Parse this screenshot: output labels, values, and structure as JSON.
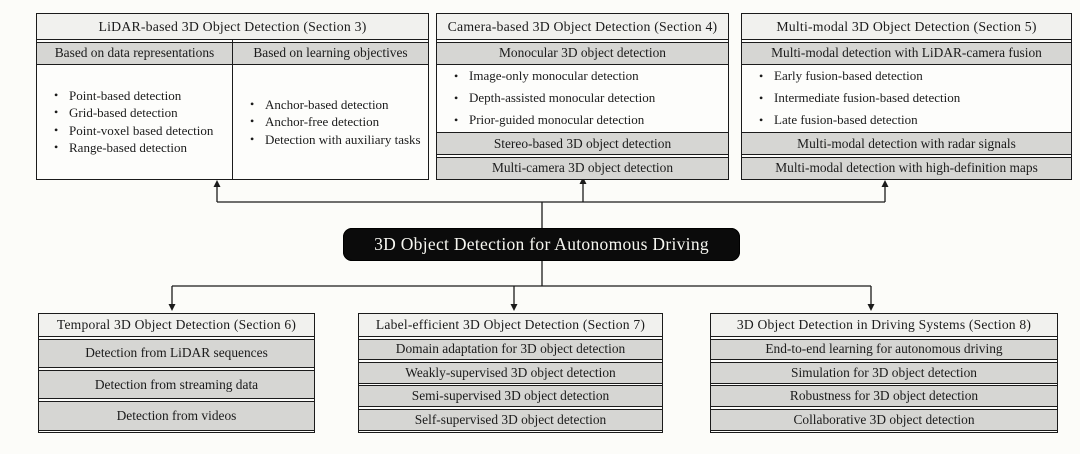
{
  "diagram": {
    "root": {
      "label": "3D Object Detection for Autonomous Driving"
    },
    "top_boxes": [
      {
        "title": "LiDAR-based 3D Object Detection (Section 3)",
        "columns": [
          {
            "header": "Based on data representations",
            "bullets": [
              "Point-based detection",
              "Grid-based detection",
              "Point-voxel based detection",
              "Range-based detection"
            ]
          },
          {
            "header": "Based on learning objectives",
            "bullets": [
              "Anchor-based detection",
              "Anchor-free detection",
              "Detection with auxiliary tasks"
            ]
          }
        ]
      },
      {
        "title": "Camera-based 3D Object Detection (Section 4)",
        "subheader": "Monocular 3D object detection",
        "bullets": [
          "Image-only monocular detection",
          "Depth-assisted monocular detection",
          "Prior-guided monocular detection"
        ],
        "rows": [
          "Stereo-based 3D object detection",
          "Multi-camera 3D object detection"
        ]
      },
      {
        "title": "Multi-modal 3D Object Detection (Section 5)",
        "subheader": "Multi-modal detection with LiDAR-camera fusion",
        "bullets": [
          "Early fusion-based detection",
          "Intermediate fusion-based detection",
          "Late fusion-based detection"
        ],
        "rows": [
          "Multi-modal detection with radar signals",
          "Multi-modal detection with high-definition maps"
        ]
      }
    ],
    "bottom_boxes": [
      {
        "title": "Temporal 3D Object Detection (Section 6)",
        "rows": [
          "Detection from LiDAR sequences",
          "Detection from streaming data",
          "Detection from videos"
        ]
      },
      {
        "title": "Label-efficient 3D Object Detection (Section 7)",
        "rows": [
          "Domain adaptation for 3D object detection",
          "Weakly-supervised 3D object detection",
          "Semi-supervised 3D object detection",
          "Self-supervised 3D object detection"
        ]
      },
      {
        "title": "3D Object Detection in Driving Systems (Section 8)",
        "rows": [
          "End-to-end learning for autonomous driving",
          "Simulation for 3D object detection",
          "Robustness for 3D object detection",
          "Collaborative 3D object detection"
        ]
      }
    ],
    "colors": {
      "row_gray": "#d6d6d3",
      "header_light": "#f1f1ee",
      "border": "#1b1b1b",
      "root_bg": "#0b0b0b",
      "root_text": "#f7f7f1",
      "background": "#fcfcf9"
    }
  }
}
